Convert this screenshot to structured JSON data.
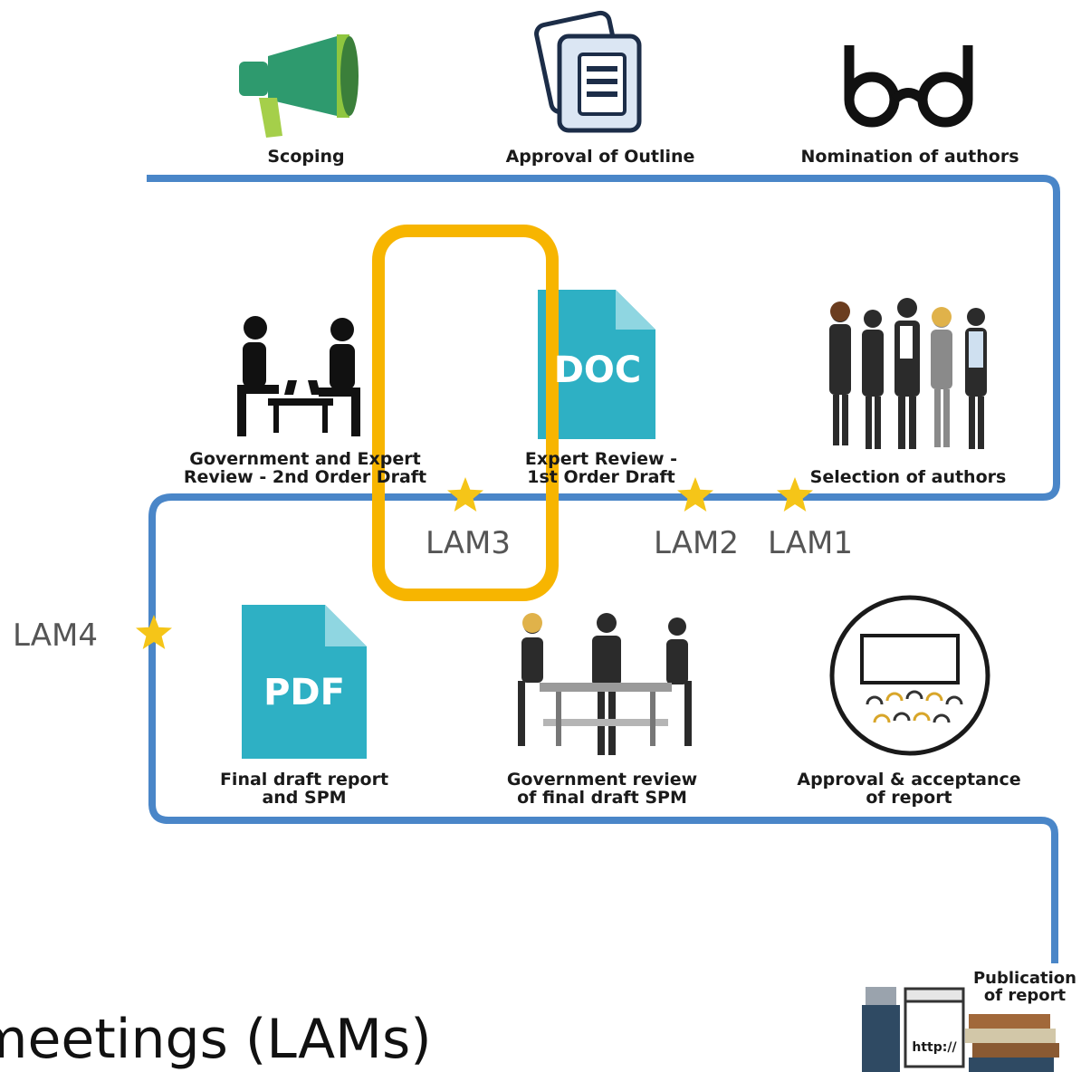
{
  "stages": {
    "scoping": "Scoping",
    "outline": "Approval of Outline",
    "nomination": "Nomination of authors",
    "selection": "Selection of authors",
    "first_draft": "Expert Review -\n1st Order Draft",
    "second_draft": "Government and Expert\nReview - 2nd Order Draft",
    "final_draft": "Final draft report\nand SPM",
    "gov_review": "Government review\nof final draft SPM",
    "approval": "Approval & acceptance\nof report",
    "publication": "Publication\nof report"
  },
  "doc_icons": {
    "doc": "DOC",
    "pdf": "PDF",
    "url": "http://"
  },
  "lams": {
    "lam1": "LAM1",
    "lam2": "LAM2",
    "lam3": "LAM3",
    "lam4": "LAM4"
  },
  "title": "meetings (LAMs)",
  "colors": {
    "path": "#4a86c8",
    "highlight": "#f7b500",
    "star": "#f5c518",
    "doc_teal": "#2eb0c4",
    "megaphone": "#2e9a6e"
  }
}
